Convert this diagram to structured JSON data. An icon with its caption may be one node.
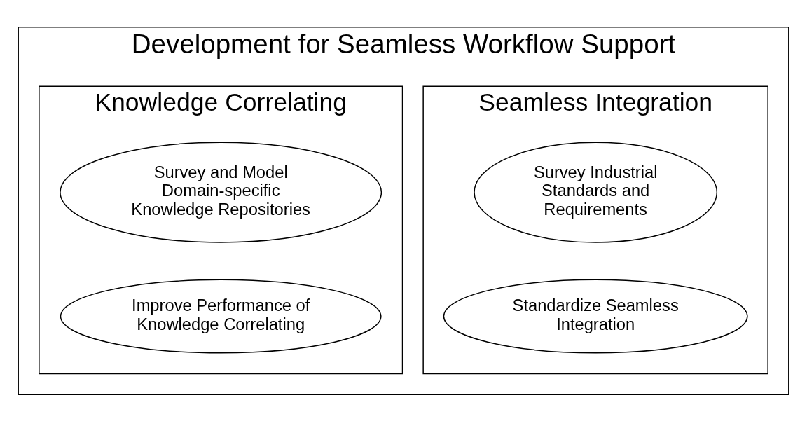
{
  "diagram": {
    "nodes": [
      {
        "text": [
          "Development for Seamless Workflow Support"
        ]
      },
      {
        "text": [
          "Seamless Integration"
        ],
        "in": 0
      },
      {
        "text": [
          "Survey Industrial Standards and Requirements"
        ],
        "in": 1
      },
      {
        "text": [
          "Standardize Seamless Integration"
        ],
        "in": 1
      },
      {
        "text": [
          "Knowledge Correlating"
        ],
        "in": 0
      },
      {
        "text": [
          "Survey and Model Domain-specific Knowledge Repositories"
        ],
        "in": 4
      },
      {
        "text": [
          "Improve Performance of Knowledge Correlating"
        ],
        "in": 4
      }
    ],
    "edges": []
  }
}
